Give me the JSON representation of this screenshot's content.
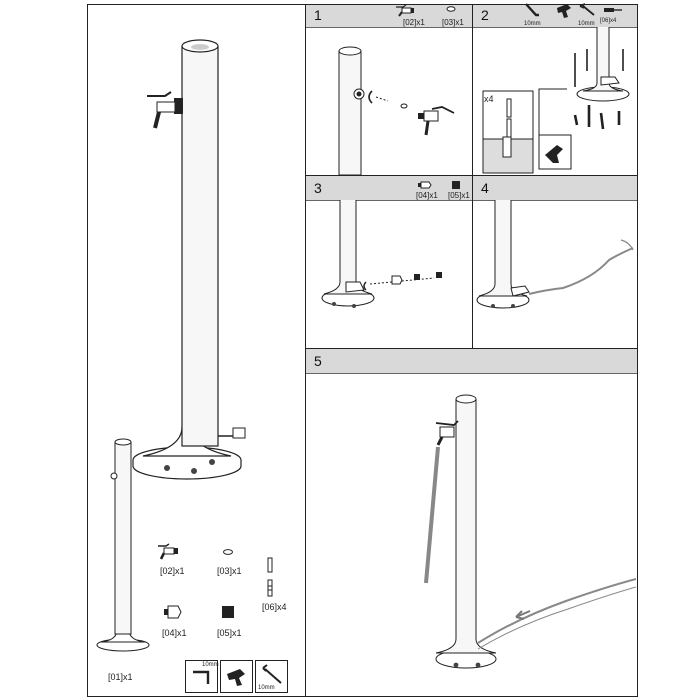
{
  "steps": [
    {
      "number": "1",
      "parts": [
        "[02]x1",
        "[03]x1"
      ]
    },
    {
      "number": "2",
      "parts": [
        "10mm",
        "10mm",
        "[06]x4"
      ],
      "detail_count": "x4"
    },
    {
      "number": "3",
      "parts": [
        "[04]x1",
        "[05]x1"
      ]
    },
    {
      "number": "4"
    },
    {
      "number": "5"
    }
  ],
  "parts_list": {
    "post": "[01]x1",
    "tap": "[02]x1",
    "washer": "[03]x1",
    "anchors": "[06]x4",
    "connector": "[04]x1",
    "nut": "[05]x1"
  },
  "tools": [
    {
      "name": "hex-key",
      "size": "10mm"
    },
    {
      "name": "drill"
    },
    {
      "name": "wrench",
      "size": "10mm"
    }
  ],
  "colors": {
    "line": "#222222",
    "band": "#d9d9d9",
    "post_fill": "#f7f7f7",
    "hose": "#888888"
  }
}
